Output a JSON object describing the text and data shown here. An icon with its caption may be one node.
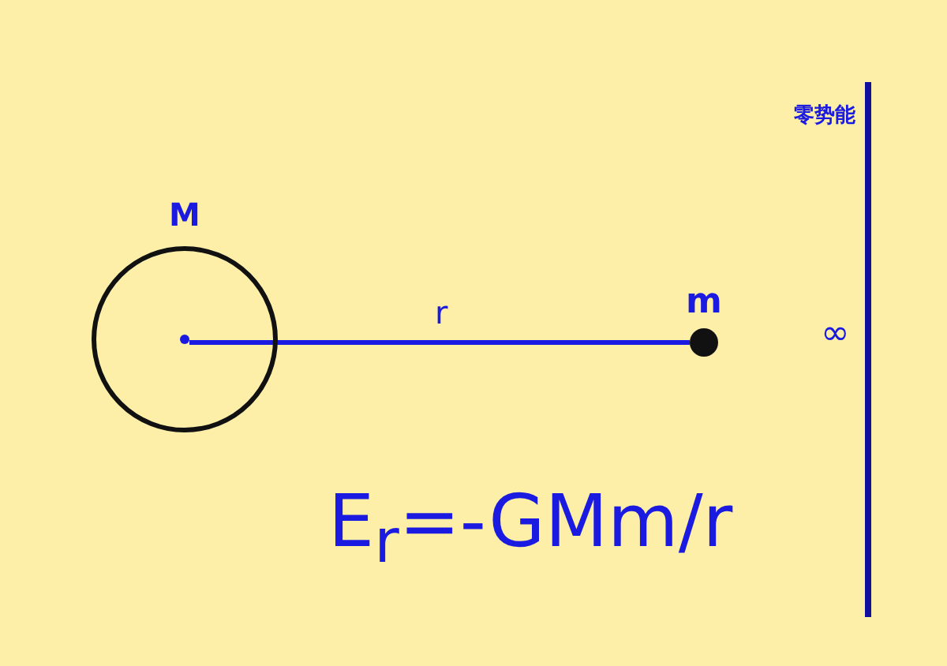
{
  "diagram": {
    "nodes": [
      {
        "text": [
          "M"
        ]
      },
      {
        "text": [],
        "shape": "circle",
        "in": 0
      },
      {
        "text": [
          "m"
        ]
      }
    ],
    "edges": [
      {
        "from": 1,
        "to": 2,
        "arrow": "none",
        "label": "r"
      }
    ],
    "labels": [
      "零势能",
      "∞",
      "E$_{r}$=-GMm/r"
    ]
  }
}
